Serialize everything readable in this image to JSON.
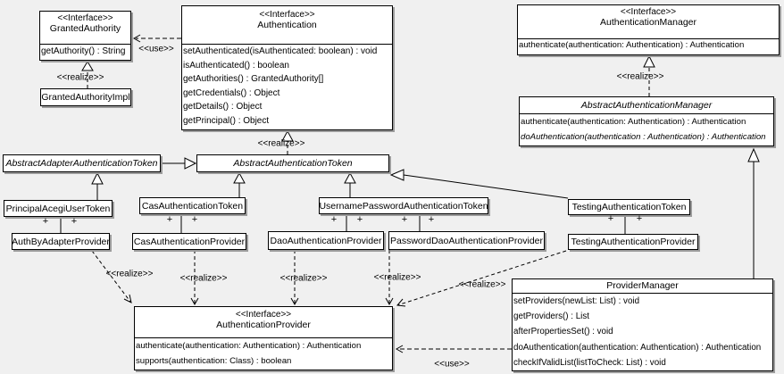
{
  "colors": {
    "background": "#f0f0f0",
    "box_fill": "#ffffff",
    "line": "#000000",
    "shadow": "#9c9c9c"
  },
  "labels": {
    "use": "<<use>>",
    "realize": "<<realize>>",
    "plus": "+"
  },
  "classes": {
    "granted_authority": {
      "stereotype": "<<Interface>>",
      "name": "GrantedAuthority",
      "methods": [
        "getAuthority() : String"
      ]
    },
    "granted_authority_impl": {
      "name": "GrantedAuthorityImpl"
    },
    "authentication": {
      "stereotype": "<<Interface>>",
      "name": "Authentication",
      "methods": [
        "setAuthenticated(isAuthenticated: boolean) : void",
        "isAuthenticated() : boolean",
        "getAuthorities() : GrantedAuthority[]",
        "getCredentials() : Object",
        "getDetails() : Object",
        "getPrincipal() : Object"
      ]
    },
    "authentication_manager": {
      "stereotype": "<<Interface>>",
      "name": "AuthenticationManager",
      "methods": [
        "authenticate(authentication: Authentication) : Authentication"
      ]
    },
    "abstract_authentication_manager": {
      "name": "AbstractAuthenticationManager",
      "methods": [
        "authenticate(authentication: Authentication) : Authentication",
        "doAuthentication(authentication : Authentication) : Authentication"
      ]
    },
    "abstract_adapter_authentication_token": {
      "name": "AbstractAdapterAuthenticationToken"
    },
    "abstract_authentication_token": {
      "name": "AbstractAuthenticationToken"
    },
    "principal_acegi_user_token": {
      "name": "PrincipalAcegiUserToken"
    },
    "cas_authentication_token": {
      "name": "CasAuthenticationToken"
    },
    "username_password_authentication_token": {
      "name": "UsernamePasswordAuthenticationToken"
    },
    "testing_authentication_token": {
      "name": "TestingAuthenticationToken"
    },
    "auth_by_adapter_provider": {
      "name": "AuthByAdapterProvider"
    },
    "cas_authentication_provider": {
      "name": "CasAuthenticationProvider"
    },
    "dao_authentication_provider": {
      "name": "DaoAuthenticationProvider"
    },
    "password_dao_authentication_provider": {
      "name": "PasswordDaoAuthenticationProvider"
    },
    "testing_authentication_provider": {
      "name": "TestingAuthenticationProvider"
    },
    "authentication_provider": {
      "stereotype": "<<Interface>>",
      "name": "AuthenticationProvider",
      "methods": [
        "authenticate(authentication: Authentication) : Authentication",
        "supports(authentication: Class) : boolean"
      ]
    },
    "provider_manager": {
      "name": "ProviderManager",
      "methods": [
        "setProviders(newList: List) : void",
        "getProviders() : List",
        "afterPropertiesSet() : void",
        "doAuthentication(authentication: Authentication) : Authentication",
        "checkIfValidList(listToCheck: List) : void"
      ]
    }
  }
}
